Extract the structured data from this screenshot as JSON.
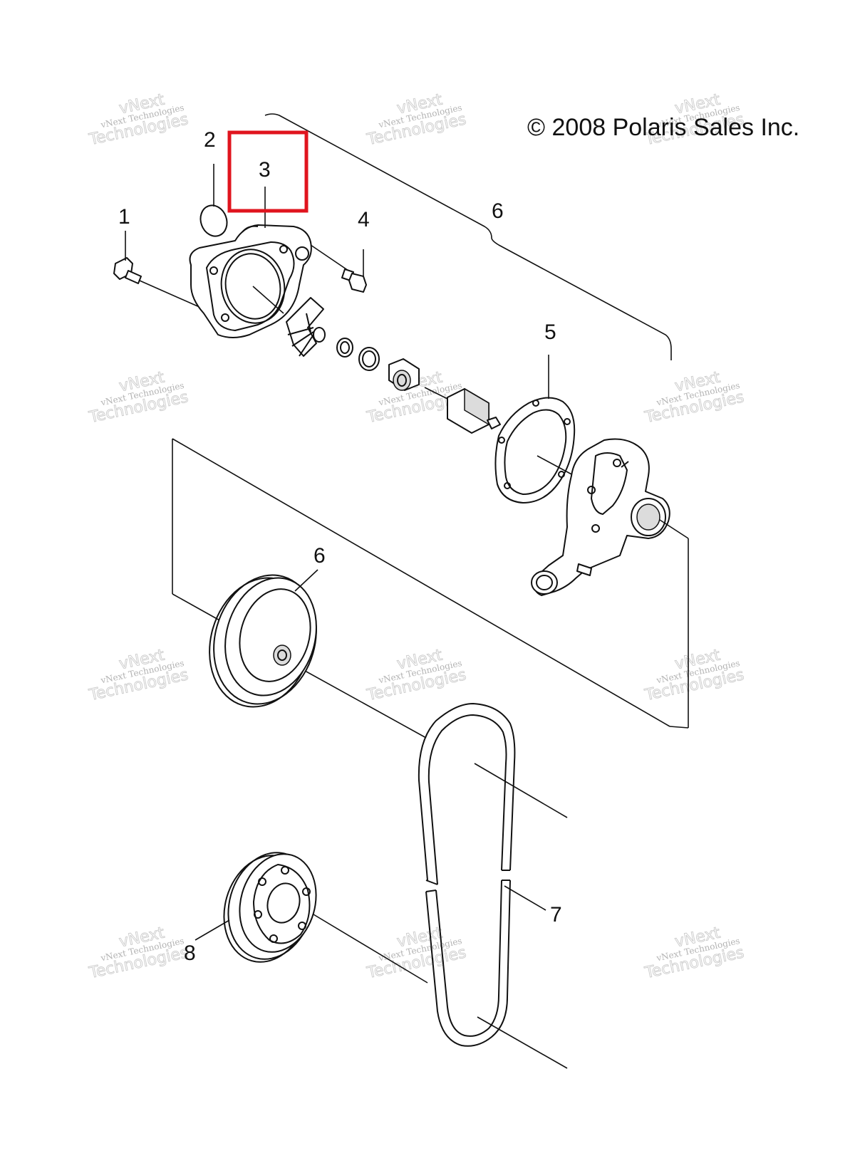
{
  "copyright": "© 2008 Polaris Sales Inc.",
  "watermark": {
    "line1": "vNext",
    "line2": "vNext Technologies",
    "line3": "Technologies"
  },
  "highlight_color": "#e0141e",
  "callouts": {
    "c1": "1",
    "c2": "2",
    "c3": "3",
    "c4": "4",
    "c5": "5",
    "c6_top": "6",
    "c6_pulley": "6",
    "c7": "7",
    "c8": "8"
  }
}
